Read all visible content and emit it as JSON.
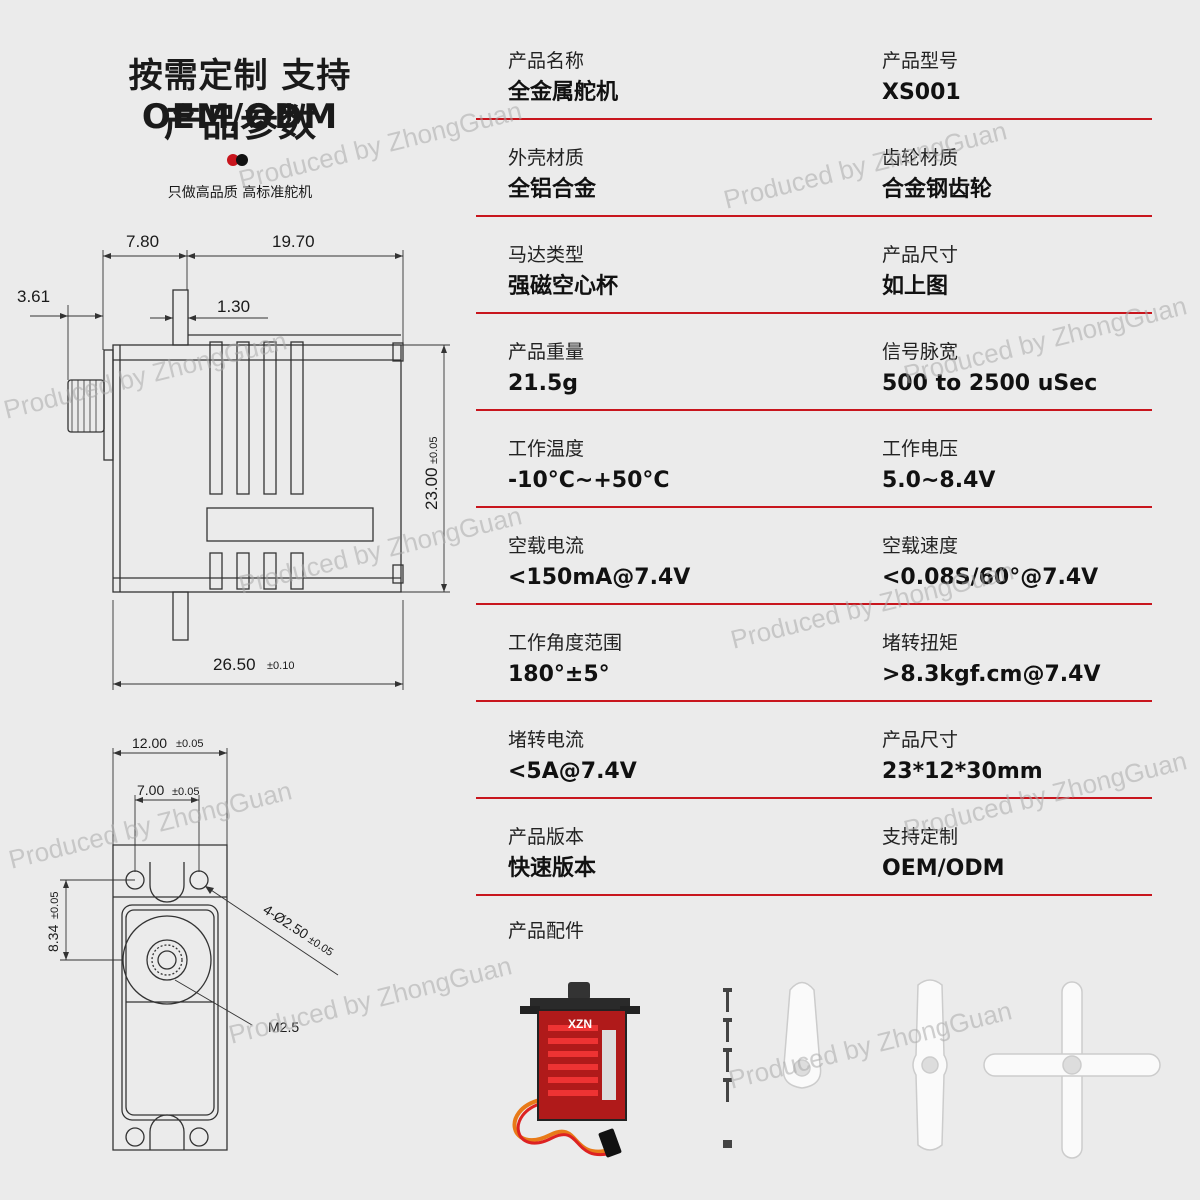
{
  "header": {
    "title_line1": "按需定制 支持OEM/ODM",
    "title_line2": "产品参数",
    "slogan": "只做高品质 高标准舵机"
  },
  "drawing": {
    "dim_780": "7.80",
    "dim_1970": "19.70",
    "dim_361": "3.61",
    "dim_130": "1.30",
    "dim_2300": "23.00",
    "dim_2300_tol": "±0.05",
    "dim_2650": "26.50",
    "dim_2650_tol": "±0.10",
    "dim_1200": "12.00",
    "dim_1200_tol": "±0.05",
    "dim_700": "7.00",
    "dim_700_tol": "±0.05",
    "dim_834": "8.34",
    "dim_834_tol": "±0.05",
    "hole_dim": "4-Ø2.50",
    "hole_tol": "±0.05",
    "thread": "M2.5"
  },
  "specs": [
    {
      "label": "产品名称",
      "value": "全金属舵机"
    },
    {
      "label": "产品型号",
      "value": "XS001"
    },
    {
      "label": "外壳材质",
      "value": "全铝合金"
    },
    {
      "label": "齿轮材质",
      "value": "合金钢齿轮"
    },
    {
      "label": "马达类型",
      "value": "强磁空心杯"
    },
    {
      "label": "产品尺寸",
      "value": "如上图"
    },
    {
      "label": "产品重量",
      "value": "21.5g"
    },
    {
      "label": "信号脉宽",
      "value": "500 to 2500 uSec"
    },
    {
      "label": "工作温度",
      "value": "-10°C~+50°C"
    },
    {
      "label": "工作电压",
      "value": "5.0~8.4V"
    },
    {
      "label": "空载电流",
      "value": "<150mA@7.4V"
    },
    {
      "label": "空载速度",
      "value": "<0.08S/60°@7.4V"
    },
    {
      "label": "工作角度范围",
      "value": "180°±5°"
    },
    {
      "label": "堵转扭矩",
      "value": ">8.3kgf.cm@7.4V"
    },
    {
      "label": "堵转电流",
      "value": "<5A@7.4V"
    },
    {
      "label": "产品尺寸",
      "value": "23*12*30mm"
    },
    {
      "label": "产品版本",
      "value": "快速版本"
    },
    {
      "label": "支持定制",
      "value": "OEM/ODM"
    }
  ],
  "accessories": {
    "label": "产品配件",
    "servo_brand": "XZN"
  },
  "watermark": "Produced by ZhongGuan",
  "colors": {
    "accent": "#c8151d",
    "background": "#ebebeb"
  }
}
